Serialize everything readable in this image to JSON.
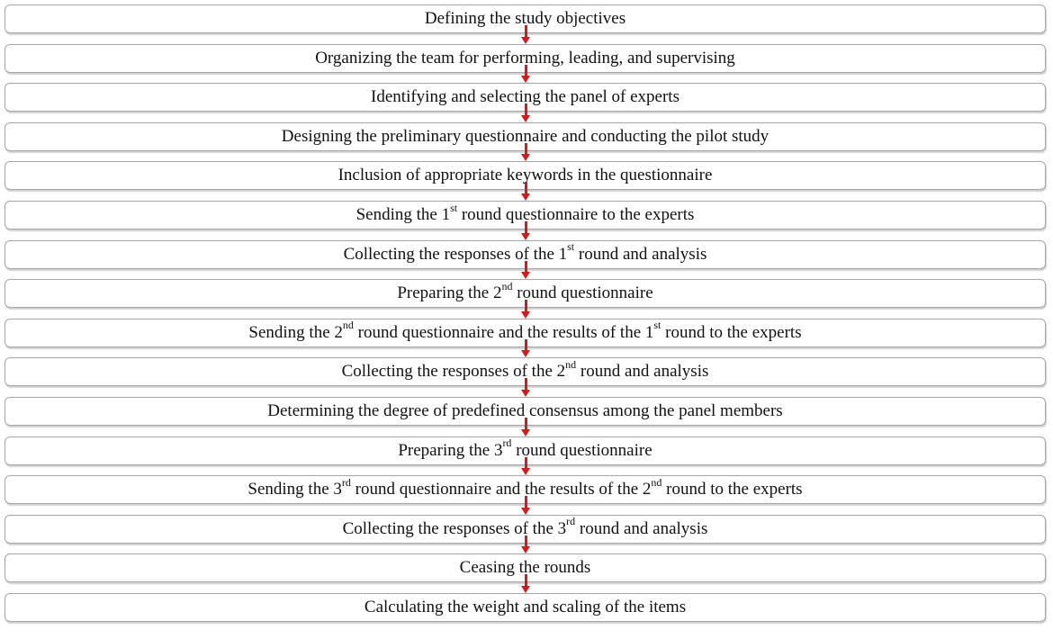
{
  "steps": [
    [
      {
        "t": "Defining the study objectives"
      }
    ],
    [
      {
        "t": "Organizing the team for performing, leading, and supervising"
      }
    ],
    [
      {
        "t": "Identifying and selecting the panel of experts"
      }
    ],
    [
      {
        "t": "Designing the preliminary questionnaire and conducting the pilot study"
      }
    ],
    [
      {
        "t": "Inclusion of appropriate keywords in the questionnaire"
      }
    ],
    [
      {
        "t": "Sending the 1"
      },
      {
        "t": "st",
        "sup": true
      },
      {
        "t": " round questionnaire to the experts"
      }
    ],
    [
      {
        "t": "Collecting the responses of the 1"
      },
      {
        "t": "st",
        "sup": true
      },
      {
        "t": " round and analysis"
      }
    ],
    [
      {
        "t": "Preparing the 2"
      },
      {
        "t": "nd",
        "sup": true
      },
      {
        "t": " round questionnaire"
      }
    ],
    [
      {
        "t": "Sending the 2"
      },
      {
        "t": "nd",
        "sup": true
      },
      {
        "t": " round questionnaire and the results of the 1"
      },
      {
        "t": "st",
        "sup": true
      },
      {
        "t": " round to the experts"
      }
    ],
    [
      {
        "t": "Collecting the responses of the 2"
      },
      {
        "t": "nd",
        "sup": true
      },
      {
        "t": " round and analysis"
      }
    ],
    [
      {
        "t": "Determining the degree of predefined consensus among the panel members"
      }
    ],
    [
      {
        "t": "Preparing the 3"
      },
      {
        "t": "rd",
        "sup": true
      },
      {
        "t": " round questionnaire"
      }
    ],
    [
      {
        "t": "Sending the 3"
      },
      {
        "t": "rd",
        "sup": true
      },
      {
        "t": " round questionnaire and the results of the 2"
      },
      {
        "t": "nd",
        "sup": true
      },
      {
        "t": " round to the experts"
      }
    ],
    [
      {
        "t": "Collecting the responses of the 3"
      },
      {
        "t": "rd",
        "sup": true
      },
      {
        "t": " round and analysis"
      }
    ],
    [
      {
        "t": "Ceasing the rounds"
      }
    ],
    [
      {
        "t": "Calculating the weight and scaling of the items"
      }
    ]
  ],
  "colors": {
    "arrow": "#d31b1b",
    "box_border": "#a7a7a7",
    "text": "#111111"
  }
}
